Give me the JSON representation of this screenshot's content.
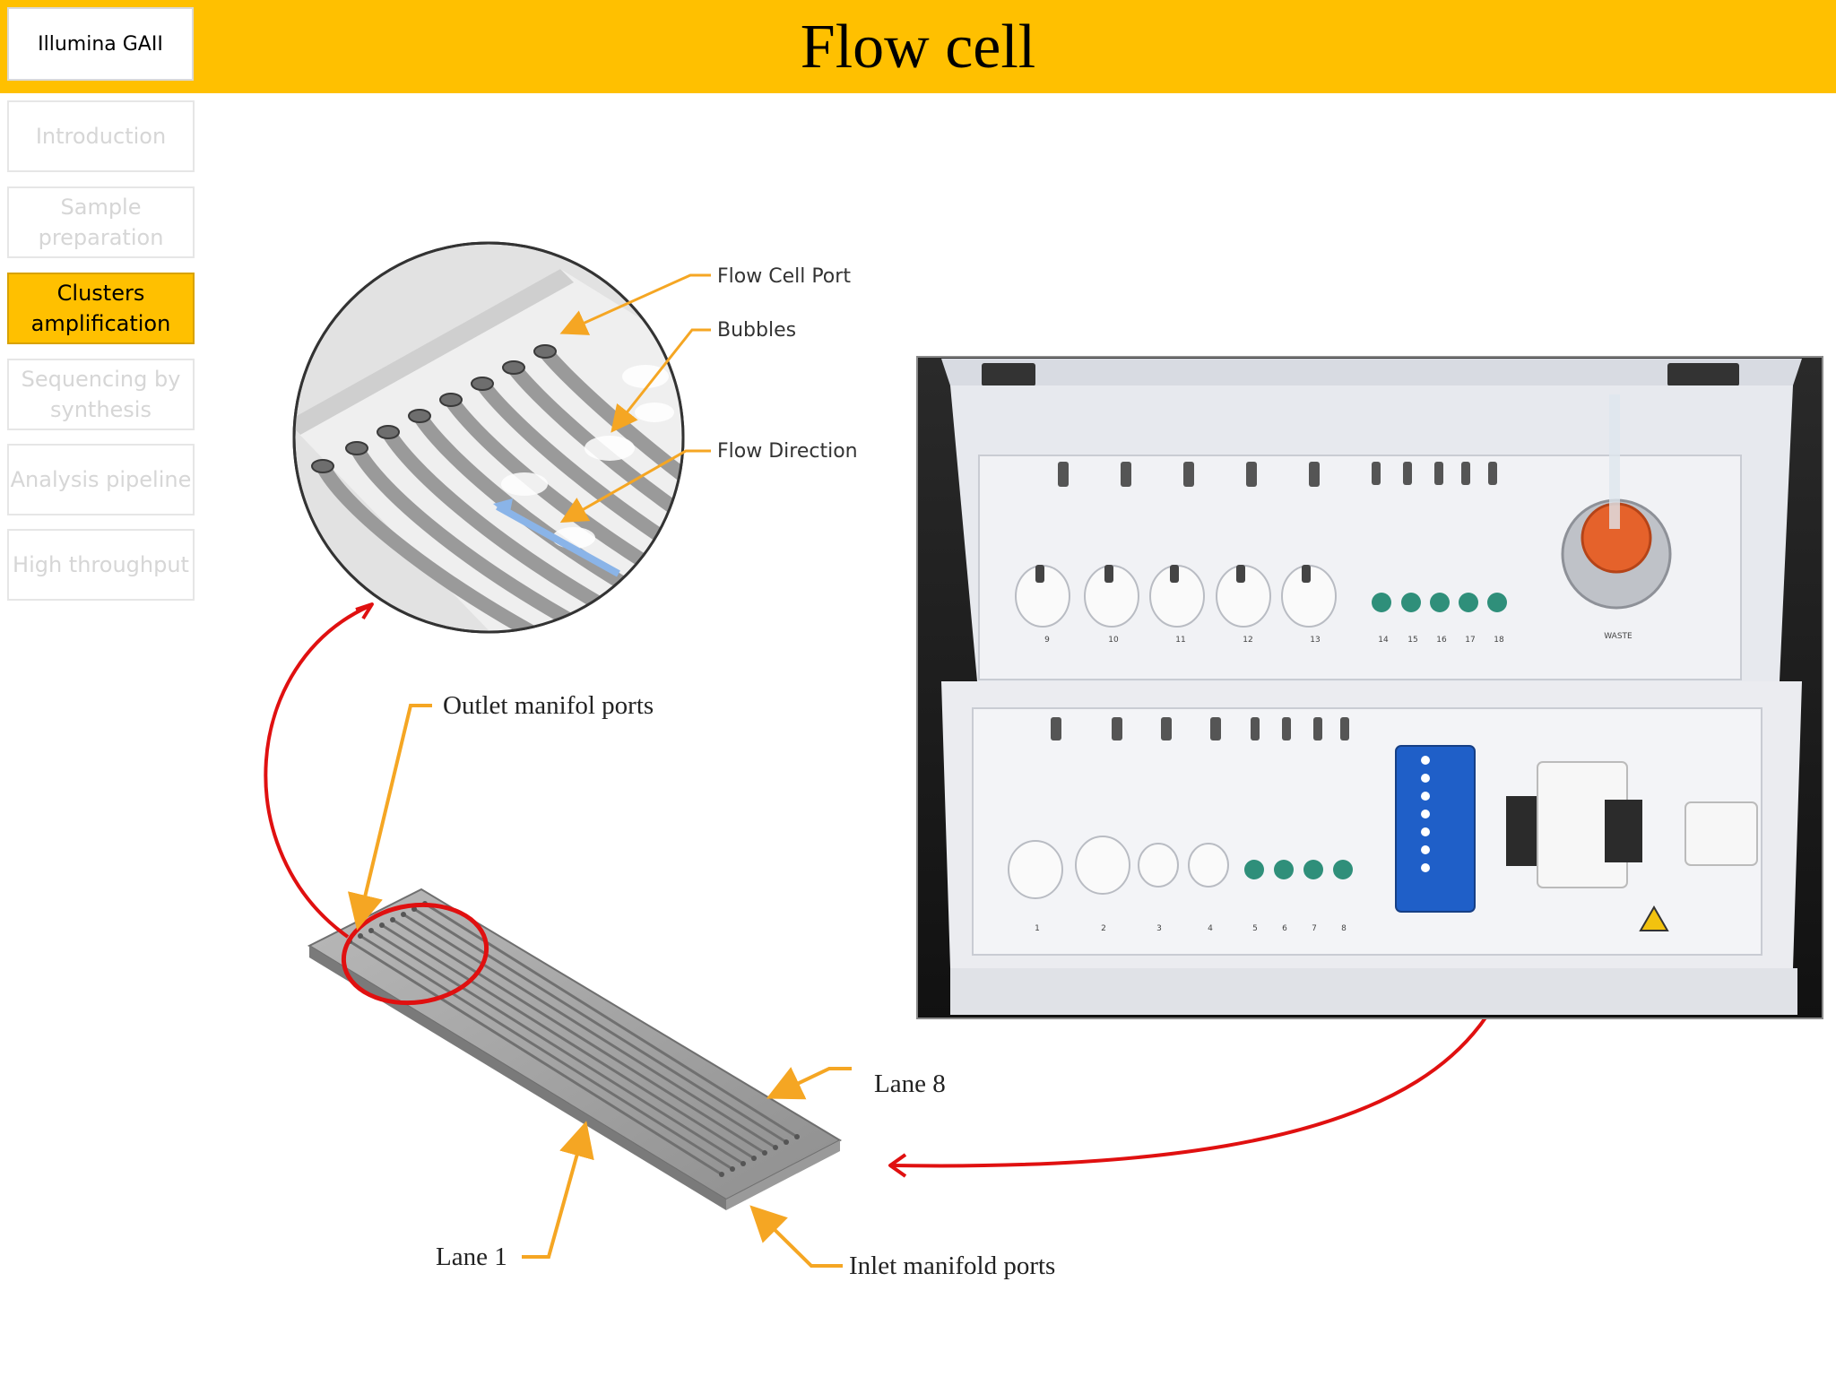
{
  "header": {
    "course_label": "Illumina GAII",
    "title": "Flow cell"
  },
  "sidebar": {
    "items": [
      {
        "label": "Introduction",
        "active": false
      },
      {
        "label": "Sample preparation",
        "active": false
      },
      {
        "label": "Clusters amplification",
        "active": true
      },
      {
        "label": "Sequencing by synthesis",
        "active": false
      },
      {
        "label": "Analysis pipeline",
        "active": false
      },
      {
        "label": "High throughput",
        "active": false
      }
    ]
  },
  "zoom_callout": {
    "labels": {
      "port": "Flow Cell Port",
      "bubbles": "Bubbles",
      "direction": "Flow Direction"
    }
  },
  "flow_cell_drawing": {
    "labels": {
      "outlet": "Outlet manifol ports",
      "lane8": "Lane 8",
      "lane1": "Lane 1",
      "inlet": "Inlet manifold ports"
    }
  },
  "instrument_photo": {
    "upper_row_numbers": [
      "9",
      "10",
      "11",
      "12",
      "13",
      "14",
      "15",
      "16",
      "17",
      "18"
    ],
    "waste_label": "WASTE",
    "lower_row_numbers": [
      "1",
      "2",
      "3",
      "4",
      "5",
      "6",
      "7",
      "8"
    ]
  },
  "colors": {
    "accent": "#FFC000",
    "arrow_red": "#E01010",
    "callout_orange": "#F5A623"
  }
}
